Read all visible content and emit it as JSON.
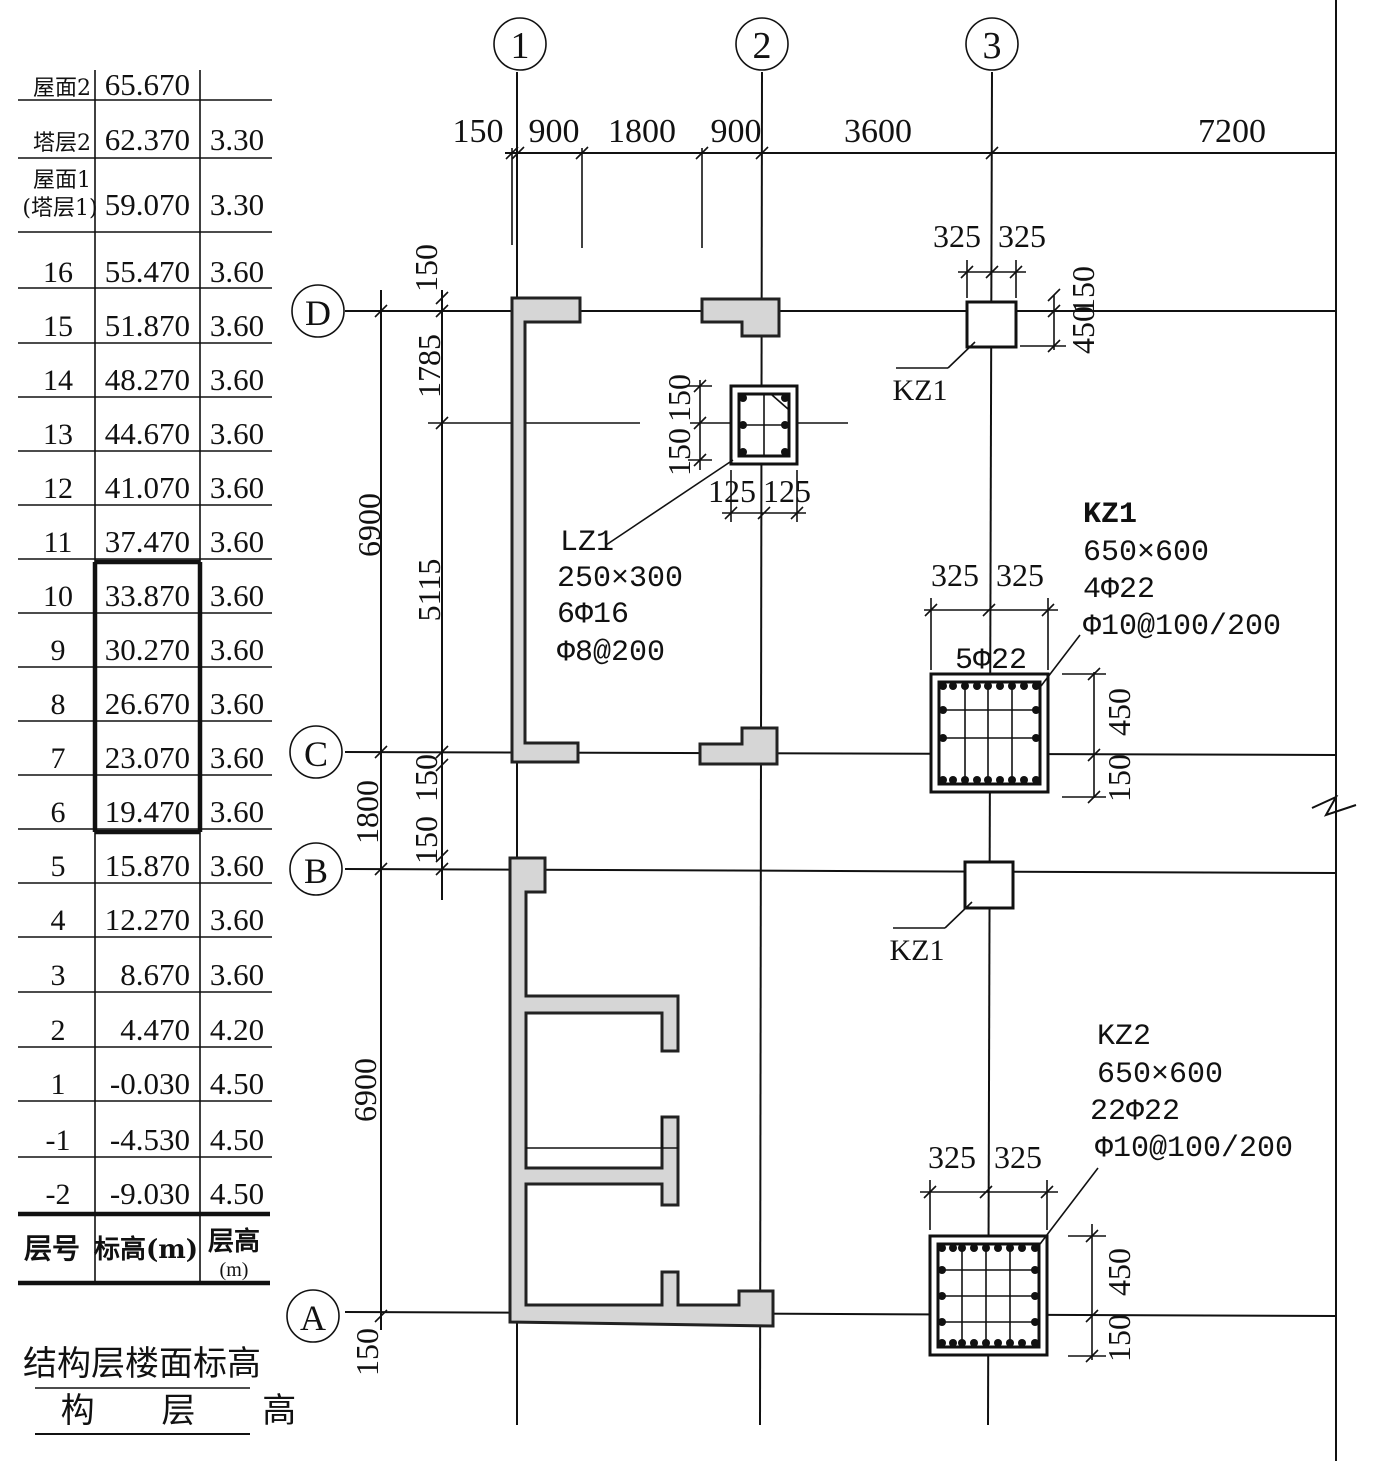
{
  "level_table": {
    "rows": [
      {
        "floor": "屋面2",
        "elev": "65.670",
        "height": ""
      },
      {
        "floor": "塔层2",
        "elev": "62.370",
        "height": "3.30"
      },
      {
        "floor": "屋面1",
        "floor2": "(塔层1)",
        "elev": "59.070",
        "height": "3.30"
      },
      {
        "floor": "16",
        "elev": "55.470",
        "height": "3.60"
      },
      {
        "floor": "15",
        "elev": "51.870",
        "height": "3.60"
      },
      {
        "floor": "14",
        "elev": "48.270",
        "height": "3.60"
      },
      {
        "floor": "13",
        "elev": "44.670",
        "height": "3.60"
      },
      {
        "floor": "12",
        "elev": "41.070",
        "height": "3.60"
      },
      {
        "floor": "11",
        "elev": "37.470",
        "height": "3.60"
      },
      {
        "floor": "10",
        "elev": "33.870",
        "height": "3.60"
      },
      {
        "floor": "9",
        "elev": "30.270",
        "height": "3.60"
      },
      {
        "floor": "8",
        "elev": "26.670",
        "height": "3.60"
      },
      {
        "floor": "7",
        "elev": "23.070",
        "height": "3.60"
      },
      {
        "floor": "6",
        "elev": "19.470",
        "height": "3.60"
      },
      {
        "floor": "5",
        "elev": "15.870",
        "height": "3.60"
      },
      {
        "floor": "4",
        "elev": "12.270",
        "height": "3.60"
      },
      {
        "floor": "3",
        "elev": "8.670",
        "height": "3.60"
      },
      {
        "floor": "2",
        "elev": "4.470",
        "height": "4.20"
      },
      {
        "floor": "1",
        "elev": "-0.030",
        "height": "4.50"
      },
      {
        "floor": "-1",
        "elev": "-4.530",
        "height": "4.50"
      },
      {
        "floor": "-2",
        "elev": "-9.030",
        "height": "4.50"
      }
    ],
    "header": {
      "floor": "层号",
      "elev": "标高(m)",
      "height": "层高",
      "height_unit": "(m)"
    },
    "caption_line1": "结构层楼面标高",
    "caption_line2": "结 构 层 高"
  },
  "grid_axes": {
    "vertical": [
      "1",
      "2",
      "3"
    ],
    "horizontal": [
      "D",
      "C",
      "B",
      "A"
    ]
  },
  "dimensions": {
    "top": [
      "150",
      "900",
      "1800",
      "900",
      "3600",
      "7200"
    ],
    "left_outer": [
      "6900",
      "1800",
      "6900",
      "150"
    ],
    "left_inner": [
      "150",
      "1785",
      "5115",
      "150",
      "150"
    ],
    "kz1_top_a": "325",
    "kz1_top_b": "325",
    "kz1_right_a": "150",
    "kz1_right_b": "450",
    "lz1_left_a": "150",
    "lz1_left_b": "150",
    "lz1_bottom_a": "125",
    "lz1_bottom_b": "125",
    "kz1_detail_a": "325",
    "kz1_detail_b": "325",
    "kz1_detail_right_a": "450",
    "kz1_detail_right_b": "150",
    "kz2_detail_a": "325",
    "kz2_detail_b": "325",
    "kz2_detail_right_a": "450",
    "kz2_detail_right_b": "150"
  },
  "labels": {
    "kz1_tag_top": "KZ1",
    "kz1_tag_mid": "KZ1",
    "lz1": {
      "name": "LZ1",
      "size": "250×300",
      "rebar": "6Φ16",
      "stirrup": "Φ8@200"
    },
    "kz1": {
      "name": "KZ1",
      "size": "650×600",
      "rebar": "4Φ22",
      "stirrup": "Φ10@100/200",
      "side_rebar": "5Φ22"
    },
    "kz2": {
      "name": "KZ2",
      "size": "650×600",
      "rebar": "22Φ22",
      "stirrup": "Φ10@100/200"
    }
  }
}
